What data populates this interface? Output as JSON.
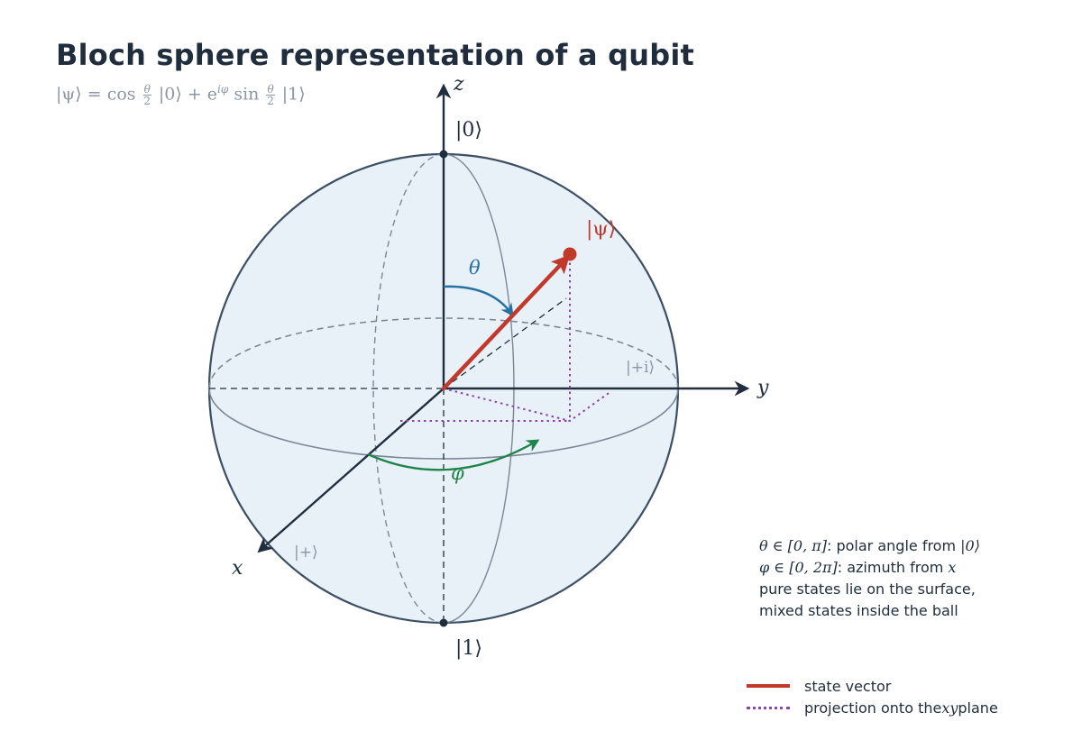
{
  "title": "Bloch sphere representation of a qubit",
  "formula": {
    "lhs": "|ψ⟩ = cos",
    "theta": "θ",
    "two": "2",
    "mid": "|0⟩ + e",
    "exp": "iφ",
    "sin": "sin",
    "tail": "|1⟩"
  },
  "labels": {
    "z_axis": "z",
    "y_axis": "y",
    "x_axis": "x",
    "ket0": "|0⟩",
    "ket1": "|1⟩",
    "ketplus": "|+⟩",
    "ketplusi": "|+i⟩",
    "psi": "|ψ⟩",
    "theta": "θ",
    "phi": "φ"
  },
  "notes": [
    {
      "math": "θ ∈ [0, π]",
      "text": ": polar angle from ",
      "math2": "|0⟩"
    },
    {
      "math": "φ ∈ [0, 2π]",
      "text": ": azimuth from ",
      "math2": "x"
    },
    {
      "math": "",
      "text": "pure states lie on the surface,",
      "math2": ""
    },
    {
      "math": "",
      "text": "mixed states inside the ball",
      "math2": ""
    }
  ],
  "legend": [
    {
      "label_pre": "state vector",
      "math": "",
      "label_post": "",
      "color": "#c0392b",
      "style": "solid"
    },
    {
      "label_pre": "projection onto the ",
      "math": "xy",
      "label_post": " plane",
      "color": "#8e44ad",
      "style": "dotted"
    }
  ],
  "colors": {
    "sphere_fill": "#e8f0f8",
    "sphere_stroke": "#3d4f63",
    "axis": "#1f2d3d",
    "state_vector": "#c0392b",
    "projection": "#8e44ad",
    "theta_arc": "#2471a3",
    "phi_arc": "#1e8449"
  }
}
